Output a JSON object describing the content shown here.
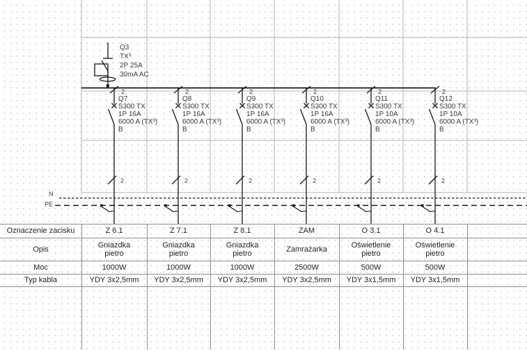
{
  "diagram": {
    "main_breaker": {
      "name": "Q3",
      "series": "TX³",
      "rating": "2P 25A",
      "sensitivity": "30mA AC"
    },
    "bus": {
      "neutral_label": "N",
      "pe_label": "PE"
    },
    "branches": [
      {
        "name": "Q7",
        "series": "S300 TX",
        "rating": "1P 16A",
        "breaking_capacity": "6000 A (TX³)",
        "curve": "B",
        "wires": "2"
      },
      {
        "name": "Q8",
        "series": "S300 TX",
        "rating": "1P 16A",
        "breaking_capacity": "6000 A (TX³)",
        "curve": "B",
        "wires": "2"
      },
      {
        "name": "Q9",
        "series": "S300 TX",
        "rating": "1P 16A",
        "breaking_capacity": "6000 A (TX³)",
        "curve": "B",
        "wires": "2"
      },
      {
        "name": "Q10",
        "series": "S300 TX",
        "rating": "1P 16A",
        "breaking_capacity": "6000 A (TX³)",
        "curve": "B",
        "wires": "2"
      },
      {
        "name": "Q11",
        "series": "S300 TX",
        "rating": "1P 10A",
        "breaking_capacity": "6000 A (TX³)",
        "curve": "B",
        "wires": "2"
      },
      {
        "name": "Q12",
        "series": "S300 TX",
        "rating": "1P 10A",
        "breaking_capacity": "6000 A (TX³)",
        "curve": "B",
        "wires": "2"
      }
    ]
  },
  "table": {
    "rows": [
      {
        "header": "Oznaczenie zacisku",
        "cells": [
          "Z 6.1",
          "Z 7.1",
          "Z 8.1",
          "ZAM",
          "O 3.1",
          "O 4.1",
          ""
        ]
      },
      {
        "header": "Opis",
        "cells": [
          "Gniazdka\npietro",
          "Gniazdka\npietro",
          "Gniazdka\npietro",
          "Zamrażarka",
          "Oświetlenie\npietro",
          "Oświetlenie\npietro",
          ""
        ]
      },
      {
        "header": "Moc",
        "cells": [
          "1000W",
          "1000W",
          "1000W",
          "2500W",
          "500W",
          "500W",
          ""
        ]
      },
      {
        "header": "Typ kabla",
        "cells": [
          "YDY 3x2,5mm",
          "YDY 3x2,5mm",
          "YDY 3x2,5mm",
          "YDY 3x2,5mm",
          "YDY 3x1,5mm",
          "YDY 3x1,5mm",
          ""
        ]
      }
    ]
  },
  "colors": {
    "wire": "#141414",
    "grid_line": "#b2b2b2",
    "table_border": "#8c8c8c"
  }
}
